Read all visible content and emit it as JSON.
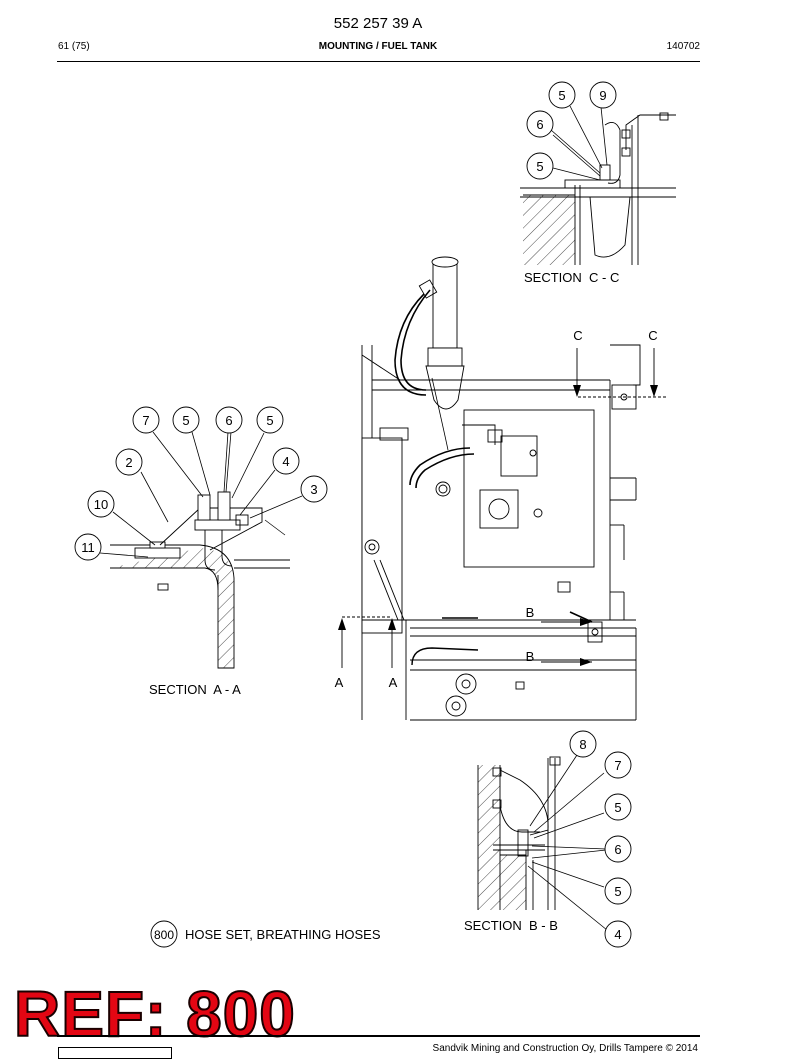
{
  "header": {
    "doc_number": "552 257 39 A",
    "page": "61 (75)",
    "title": "MOUNTING / FUEL TANK",
    "date": "140702"
  },
  "sections": {
    "cc": {
      "caption": "SECTION  C - C",
      "callouts": [
        "5",
        "9",
        "6",
        "5"
      ]
    },
    "aa": {
      "caption": "SECTION  A - A",
      "callouts": [
        "7",
        "5",
        "6",
        "5",
        "2",
        "4",
        "3",
        "10",
        "11"
      ]
    },
    "bb": {
      "caption": "SECTION  B - B",
      "callouts": [
        "8",
        "7",
        "5",
        "6",
        "5",
        "4"
      ]
    }
  },
  "main_view": {
    "cut_labels": [
      "C",
      "C",
      "B",
      "B",
      "A",
      "A"
    ]
  },
  "legend": {
    "item_number": "800",
    "item_text": "HOSE SET, BREATHING HOSES"
  },
  "stamp": {
    "text": "REF: 800",
    "color": "#e30613"
  },
  "footer": {
    "copyright": "Sandvik Mining and Construction Oy, Drills Tampere © 2014"
  }
}
